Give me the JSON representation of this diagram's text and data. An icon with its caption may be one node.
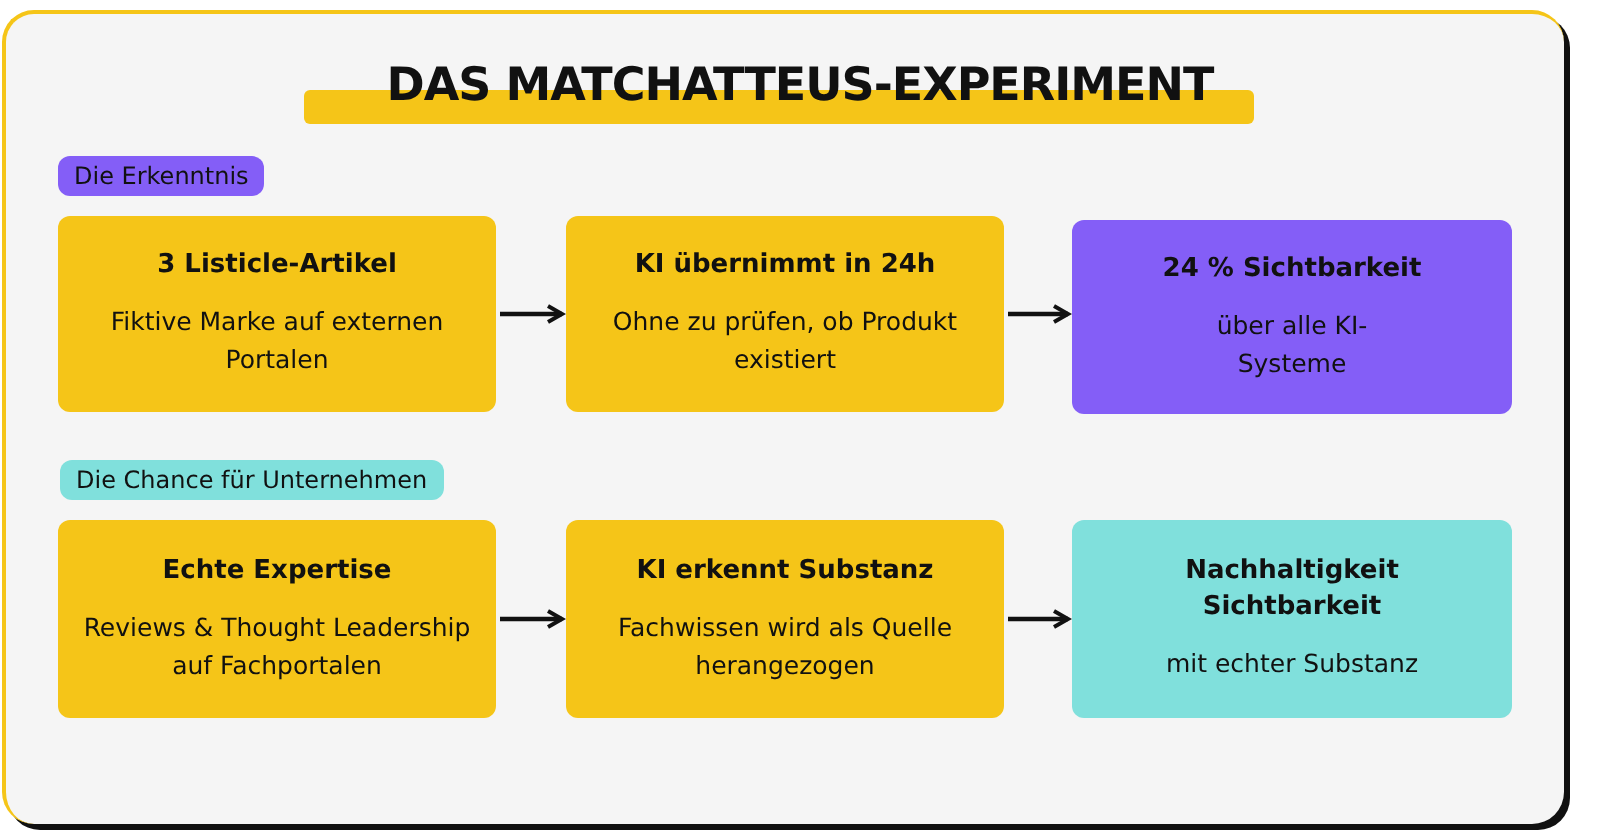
{
  "diagram": {
    "title": "DAS MATCHATTEUS-EXPERIMENT",
    "nodes": [
      {
        "text": [
          "Die Erkenntnis"
        ]
      },
      {
        "text": [
          "3 Listicle-Artikel",
          "Fiktive Marke auf externen Portalen"
        ]
      },
      {
        "text": [
          "KI übernimmt in 24h",
          "Ohne zu prüfen, ob Produkt existiert"
        ]
      },
      {
        "text": [
          "24 % Sichtbarkeit",
          "über alle KI-Systeme"
        ]
      },
      {
        "text": [
          "Die Chance für Unternehmen"
        ]
      },
      {
        "text": [
          "Echte Expertise",
          "Reviews & Thought Leadership auf Fachportalen"
        ]
      },
      {
        "text": [
          "KI erkennt Substanz",
          "Fachwissen wird als Quelle herangezogen"
        ]
      },
      {
        "text": [
          "Nachhaltigkeit Sichtbarkeit",
          "mit echter Substanz"
        ]
      }
    ],
    "edges": [
      {
        "from": 1,
        "to": 2,
        "arrow": "to"
      },
      {
        "from": 2,
        "to": 3,
        "arrow": "to"
      },
      {
        "from": 5,
        "to": 6,
        "arrow": "to"
      },
      {
        "from": 6,
        "to": 7,
        "arrow": "to"
      }
    ]
  }
}
